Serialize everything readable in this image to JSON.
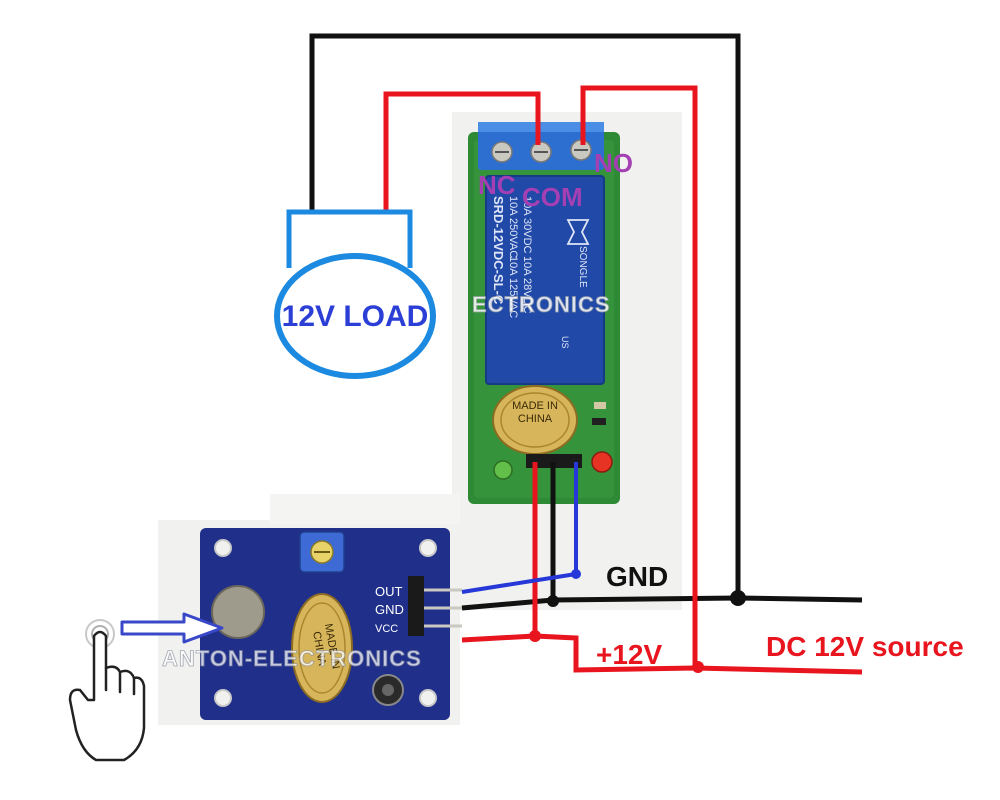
{
  "labels": {
    "load": "12V LOAD",
    "nc": "NC",
    "com": "COM",
    "no": "NO",
    "gnd": "GND",
    "plus12v": "+12V",
    "dc_source": "DC 12V source"
  },
  "relay_module": {
    "relay_text_lines": [
      "10A 250VAC",
      "10A 30VDC",
      "10A 125VAC",
      "10A 28VDC",
      "SRD-12VDC-SL-C"
    ],
    "brand": "SONGLE",
    "cert": "US",
    "capacitor_text": "MADE IN CHINA"
  },
  "touch_module": {
    "pins": [
      "OUT",
      "GND",
      "VCC"
    ],
    "capacitor_text": "MADE IN CHINA"
  },
  "watermarks": {
    "top": "ECTRONICS",
    "bottom": "ANTON-ELECTRONICS"
  },
  "colors": {
    "wire_black": "#111111",
    "wire_red": "#e8141e",
    "wire_blue": "#2638d8",
    "load_blue": "#1b8ae0",
    "label_purple": "#a43fb4",
    "source_red": "#e8141e",
    "relay_body": "#2149a8",
    "pcb_green": "#2f8a36",
    "pcb_blue": "#1f2f8a"
  }
}
